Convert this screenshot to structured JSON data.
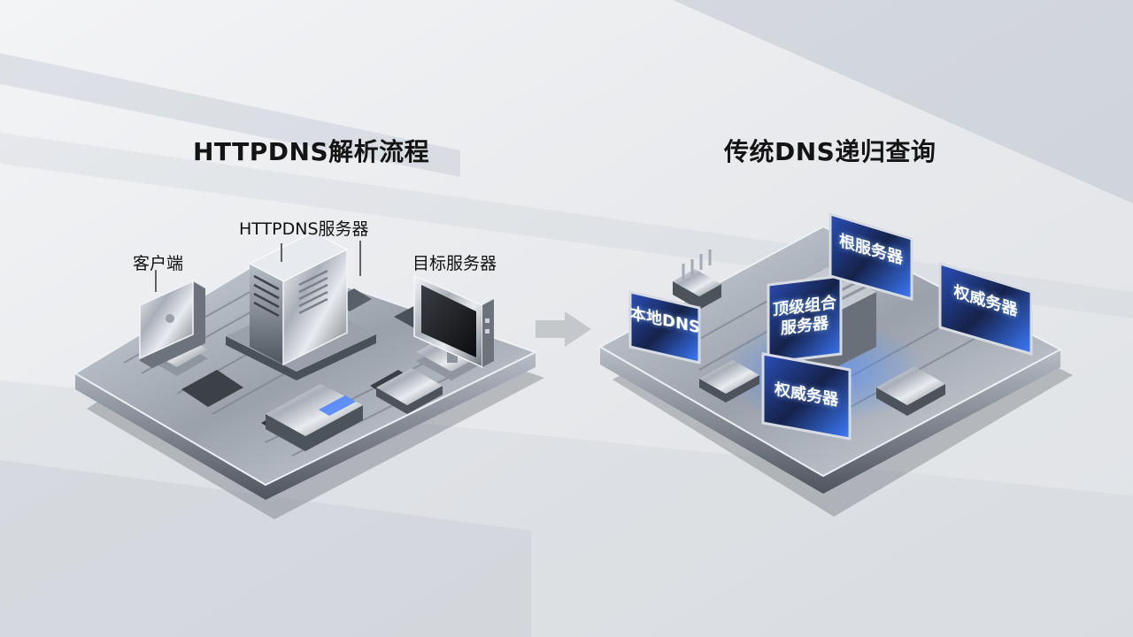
{
  "left": {
    "title": "HTTPDNS解析流程",
    "labels": {
      "client": "客户端",
      "httpdns_server": "HTTPDNS服务器",
      "target_server": "目标服务器"
    }
  },
  "right": {
    "title": "传统DNS递归查询",
    "labels": {
      "local_dns": "本地DNS",
      "root_server": "根服务器",
      "tld_server_line1": "顶级组合",
      "tld_server_line2": "服务器",
      "auth_server_right": "权威务器",
      "auth_server_front": "权威务器"
    }
  },
  "colors": {
    "chrome": "#c9ced6",
    "screen_glow": "#3d7bff",
    "background": "#e9ebee"
  }
}
